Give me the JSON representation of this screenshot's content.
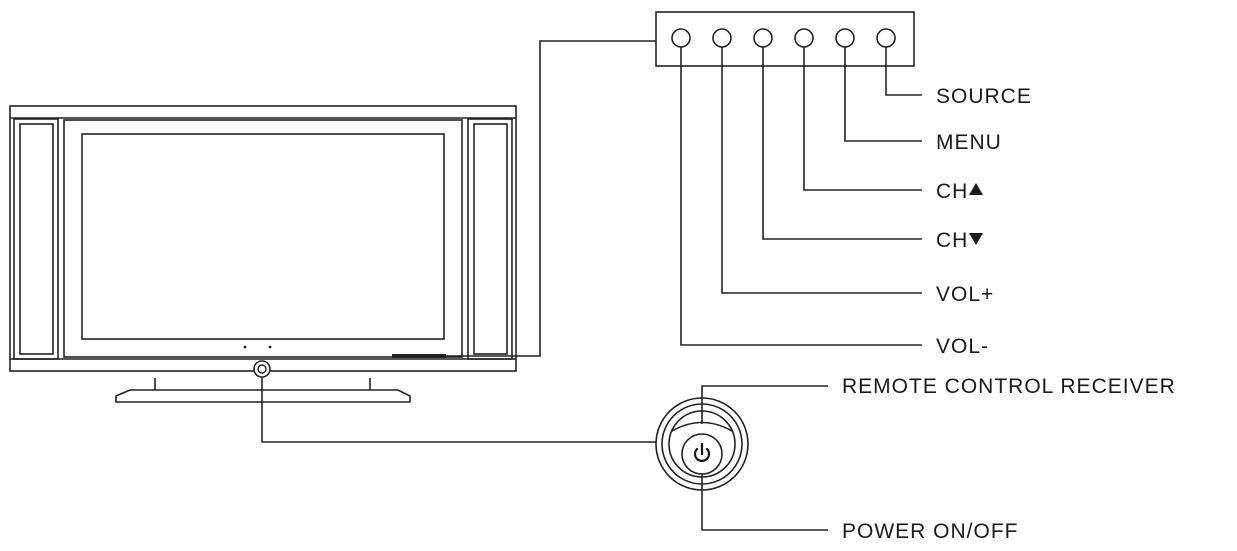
{
  "labels": {
    "source": "SOURCE",
    "menu": "MENU",
    "ch_up": "CH",
    "ch_down": "CH",
    "vol_plus": "VOL+",
    "vol_minus": "VOL-",
    "remote": "REMOTE CONTROL RECEIVER",
    "power": "POWER ON/OFF"
  },
  "icons": {
    "ch_up": "triangle-up-icon",
    "ch_down": "triangle-down-icon",
    "power": "power-icon"
  }
}
